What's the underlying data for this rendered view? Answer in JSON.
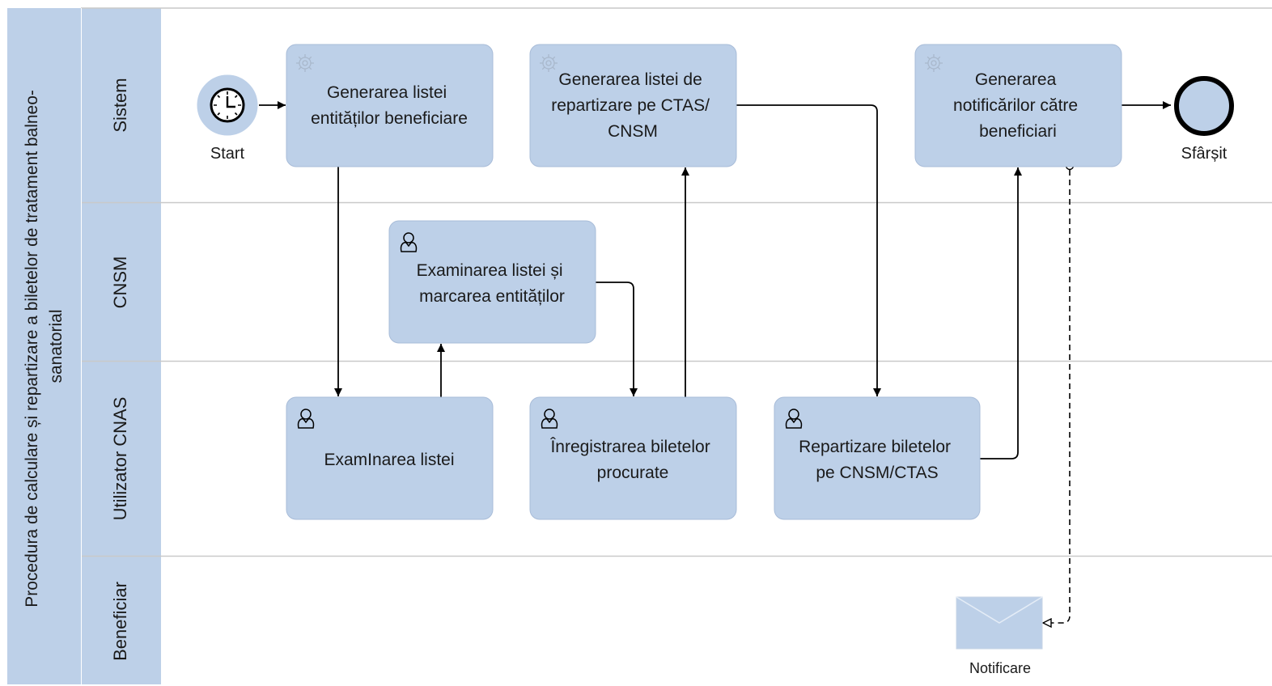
{
  "pool": {
    "title_line1": "Procedura de calculare și repartizare a biletelor de tratament balneo-",
    "title_line2": "sanatorial"
  },
  "lanes": {
    "sistem": "Sistem",
    "cnsm": "CNSM",
    "utilizator": "Utilizator CNAS",
    "beneficiar": "Beneficiar"
  },
  "events": {
    "start": "Start",
    "end": "Sfârșit"
  },
  "tasks": {
    "t1": {
      "line1": "Generarea listei",
      "line2": "entităților beneficiare",
      "icon": "gear-icon"
    },
    "t2": {
      "line1": "Generarea listei de",
      "line2": "repartizare pe CTAS/",
      "line3": "CNSM",
      "icon": "gear-icon"
    },
    "t3": {
      "line1": "Generarea",
      "line2": "notificărilor către",
      "line3": "beneficiari",
      "icon": "gear-icon"
    },
    "t4": {
      "line1": "Examinarea listei și",
      "line2": "marcarea entităților",
      "icon": "user-icon"
    },
    "t5": {
      "line1": "ExamInarea listei",
      "icon": "user-icon"
    },
    "t6": {
      "line1": "Înregistrarea biletelor",
      "line2": "procurate",
      "icon": "user-icon"
    },
    "t7": {
      "line1": "Repartizare biletelor",
      "line2": "pe CNSM/CTAS",
      "icon": "user-icon"
    }
  },
  "data_object": {
    "label": "Notificare",
    "icon": "envelope-icon"
  },
  "colors": {
    "task_fill": "#bdd0e8",
    "lane_fill": "#bdd0e8",
    "separator": "#c9c9c9"
  }
}
